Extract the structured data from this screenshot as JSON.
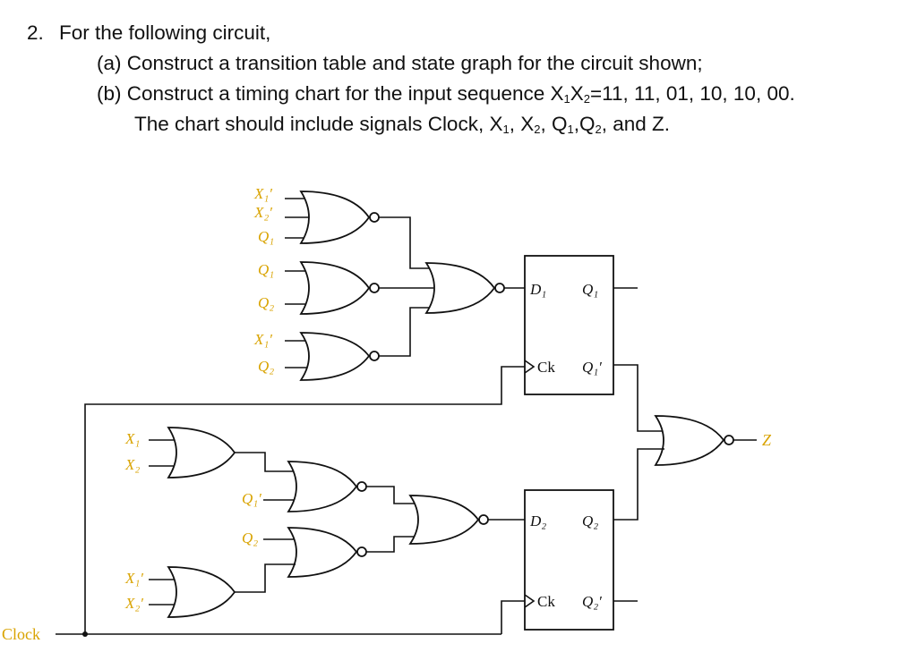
{
  "problem": {
    "number": "2.",
    "statement": "For the following circuit,",
    "part_a": "(a) Construct a transition table and state graph for the circuit shown;",
    "part_b_prefix": "(b) Construct a timing chart for the input sequence X",
    "part_b_sub1": "1",
    "part_b_mid": "X",
    "part_b_sub2": "2",
    "part_b_suffix": "=11, 11, 01, 10, 10, 00.",
    "part_c_prefix": "The chart should include signals Clock, X",
    "part_c_s1": "1",
    "part_c_t1": ", X",
    "part_c_s2": "2",
    "part_c_t2": ", Q",
    "part_c_s3": "1",
    "part_c_t3": ",Q",
    "part_c_s4": "2",
    "part_c_t4": ", and Z."
  },
  "circuit": {
    "labels": {
      "g1_in1": "X₁′",
      "g1_in2": "X₂′",
      "g1_in3": "Q₁",
      "g2_in1": "Q₁",
      "g2_in2": "Q₂",
      "g3_in1": "X₁′",
      "g3_in2": "Q₂",
      "g4_in1": "X₁",
      "g4_in2": "X₂",
      "g6_in1": "Q₁′",
      "g7_in2": "Q₂",
      "g8_in1": "X₁′",
      "g8_in2": "X₂′",
      "ff1_d": "D₁",
      "ff1_q": "Q₁",
      "ff1_ck": "Ck",
      "ff1_qn": "Q₁′",
      "ff2_d": "D₂",
      "ff2_q": "Q₂",
      "ff2_ck": "Ck",
      "ff2_qn": "Q₂′",
      "output": "Z",
      "clock": "Clock"
    },
    "colors": {
      "highlight": "#d9a300",
      "ink": "#111111"
    }
  }
}
